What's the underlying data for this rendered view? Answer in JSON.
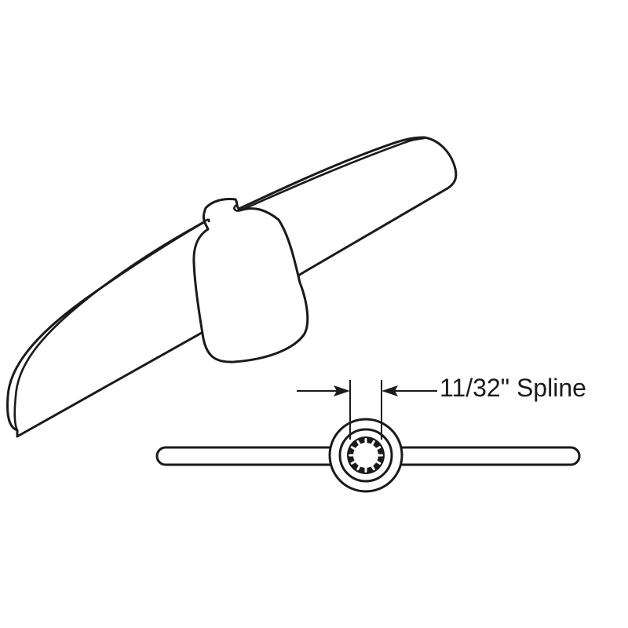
{
  "figure": {
    "subject": "T-handle",
    "views": [
      "isometric-view",
      "end-view"
    ],
    "line_color": "#1a1a1a",
    "background": "#ffffff"
  },
  "dimension": {
    "label": "11/32\" Spline",
    "value": "11/32\"",
    "feature": "Spline"
  }
}
